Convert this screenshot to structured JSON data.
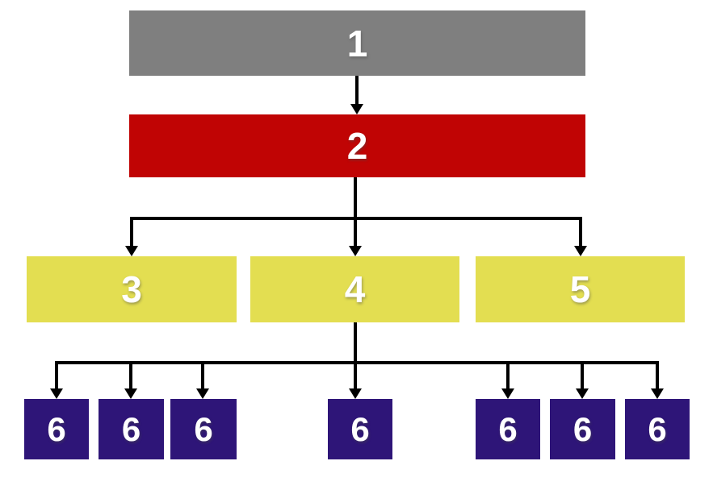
{
  "diagram": {
    "type": "hierarchy-flowchart",
    "background_color": "#FFFFFF",
    "connector_color": "#000000",
    "palette": {
      "level1_gray": "#7F7F7F",
      "level2_red": "#C00404",
      "level3_yellow": "#E3DE51",
      "level4_purple": "#2E1578",
      "label_text": "#FFFFFF"
    },
    "nodes": {
      "n1": {
        "label": "1",
        "color": "#7F7F7F"
      },
      "n2": {
        "label": "2",
        "color": "#C00404"
      },
      "n3": {
        "label": "3",
        "color": "#E3DE51"
      },
      "n4": {
        "label": "4",
        "color": "#E3DE51"
      },
      "n5": {
        "label": "5",
        "color": "#E3DE51"
      },
      "n6": [
        {
          "label": "6",
          "color": "#2E1578"
        },
        {
          "label": "6",
          "color": "#2E1578"
        },
        {
          "label": "6",
          "color": "#2E1578"
        },
        {
          "label": "6",
          "color": "#2E1578"
        },
        {
          "label": "6",
          "color": "#2E1578"
        },
        {
          "label": "6",
          "color": "#2E1578"
        },
        {
          "label": "6",
          "color": "#2E1578"
        }
      ]
    },
    "edges": [
      {
        "from": "n1",
        "to": "n2"
      },
      {
        "from": "n2",
        "to": "n3"
      },
      {
        "from": "n2",
        "to": "n4"
      },
      {
        "from": "n2",
        "to": "n5"
      },
      {
        "from": "n4",
        "to": "n6.0"
      },
      {
        "from": "n4",
        "to": "n6.1"
      },
      {
        "from": "n4",
        "to": "n6.2"
      },
      {
        "from": "n4",
        "to": "n6.3"
      },
      {
        "from": "n4",
        "to": "n6.4"
      },
      {
        "from": "n4",
        "to": "n6.5"
      },
      {
        "from": "n4",
        "to": "n6.6"
      }
    ]
  }
}
